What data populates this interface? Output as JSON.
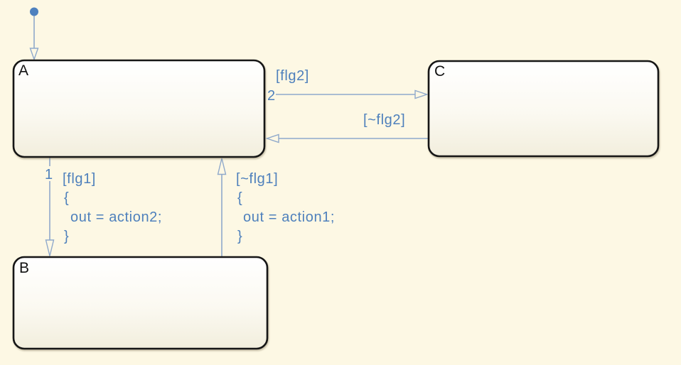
{
  "diagram_type": "stateflow-state-machine",
  "states": [
    {
      "name": "A"
    },
    {
      "name": "B"
    },
    {
      "name": "C"
    }
  ],
  "transitions": {
    "a_to_c": {
      "order": "2",
      "condition": "[flg2]"
    },
    "c_to_a": {
      "condition": "[~flg2]"
    },
    "a_to_b": {
      "order": "1",
      "condition": "[flg1]",
      "action_open": "{",
      "action": "out = action2;",
      "action_close": "}"
    },
    "b_to_a": {
      "condition": "[~flg1]",
      "action_open": "{",
      "action": "out = action1;",
      "action_close": "}"
    }
  },
  "colors": {
    "background": "#FDF8E4",
    "transition_line": "#8FA9CB",
    "transition_text": "#4E80BC",
    "state_border": "#161616",
    "state_fill_top": "#FFFFFF",
    "state_fill_bottom": "#F2EEDD",
    "default_transition_dot": "#4E81BE"
  }
}
